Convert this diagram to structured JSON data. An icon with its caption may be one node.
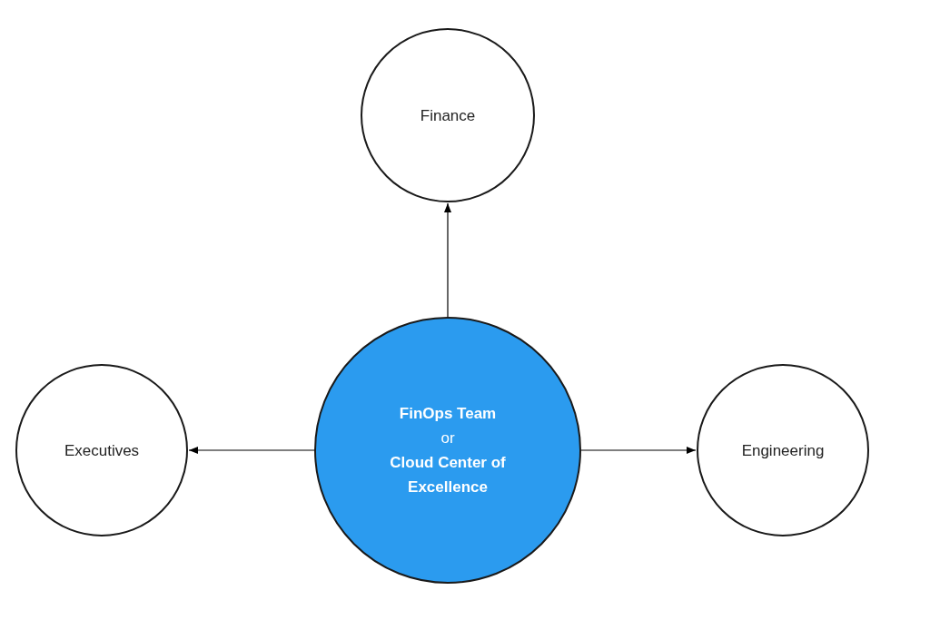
{
  "diagram": {
    "nodes": [
      {
        "text": [
          "Finance"
        ]
      },
      {
        "text": [
          "FinOps Team",
          "or",
          "Cloud Center of Excellence"
        ]
      },
      {
        "text": [
          "Executives"
        ]
      },
      {
        "text": [
          "Engineering"
        ]
      }
    ],
    "edges": [
      {
        "from": 1,
        "to": 0,
        "arrow": "to"
      },
      {
        "from": 1,
        "to": 2,
        "arrow": "to"
      },
      {
        "from": 1,
        "to": 3,
        "arrow": "to"
      }
    ]
  }
}
